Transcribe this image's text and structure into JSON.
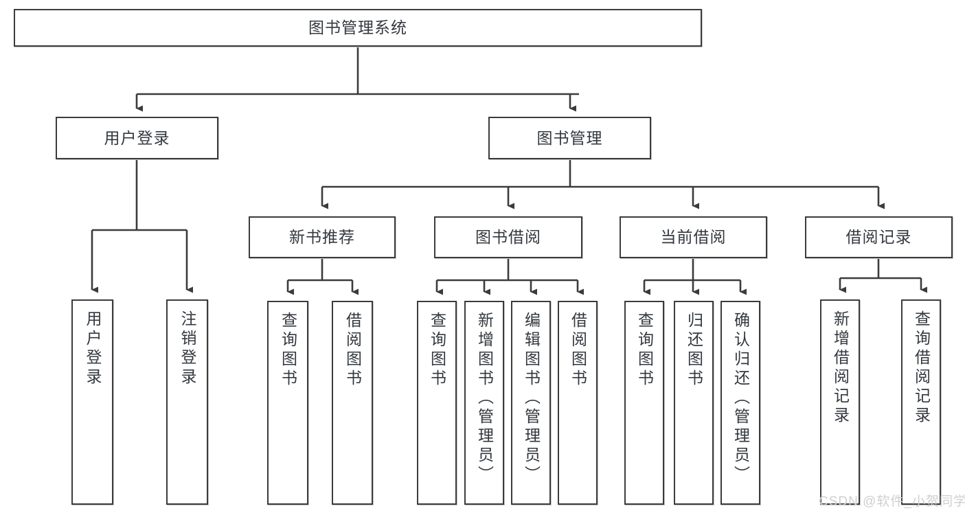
{
  "diagram": {
    "type": "tree-hierarchy-chart",
    "title": "图书管理系统",
    "stroke_color": "#3b3b3b",
    "text_color": "#33383f",
    "background": "#ffffff",
    "watermark": "CSDN @软件_小贺同学",
    "nodes": {
      "root": {
        "label": "图书管理系统",
        "level": 1
      },
      "l2": [
        {
          "label": "用户登录",
          "level": 2
        },
        {
          "label": "图书管理",
          "level": 2
        }
      ],
      "l3": [
        {
          "label": "新书推荐",
          "level": 3
        },
        {
          "label": "图书借阅",
          "level": 3
        },
        {
          "label": "当前借阅",
          "level": 3
        },
        {
          "label": "借阅记录",
          "level": 3
        }
      ],
      "leaves": [
        {
          "label": "用户登录",
          "parent": "用户登录"
        },
        {
          "label": "注销登录",
          "parent": "用户登录"
        },
        {
          "label": "查询图书",
          "parent": "新书推荐"
        },
        {
          "label": "借阅图书",
          "parent": "新书推荐"
        },
        {
          "label": "查询图书",
          "parent": "图书借阅"
        },
        {
          "label": "新增图书（管理员）",
          "parent": "图书借阅"
        },
        {
          "label": "编辑图书（管理员）",
          "parent": "图书借阅"
        },
        {
          "label": "借阅图书",
          "parent": "图书借阅"
        },
        {
          "label": "查询图书",
          "parent": "当前借阅"
        },
        {
          "label": "归还图书",
          "parent": "当前借阅"
        },
        {
          "label": "确认归还（管理员）",
          "parent": "当前借阅"
        },
        {
          "label": "新增借阅记录",
          "parent": "借阅记录"
        },
        {
          "label": "查询借阅记录",
          "parent": "借阅记录"
        }
      ]
    }
  }
}
